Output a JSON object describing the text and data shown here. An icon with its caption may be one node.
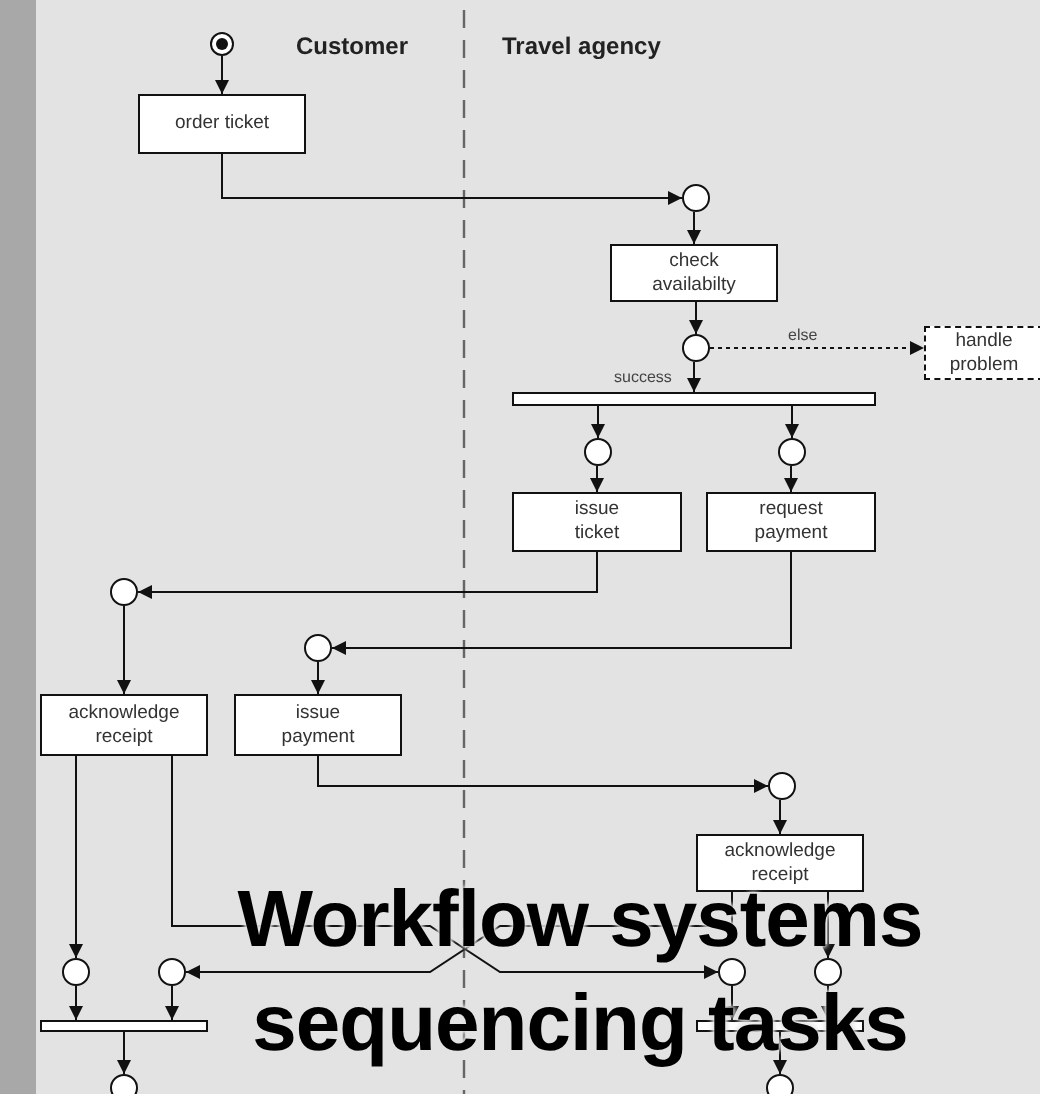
{
  "diagram": {
    "title": "Workflow systems sequencing tasks",
    "nodes": [
      {
        "text": [],
        "shape": "circle"
      },
      {
        "text": [
          "order ticket"
        ]
      },
      {
        "text": [],
        "shape": "circle"
      },
      {
        "text": [
          "check availabilty"
        ]
      },
      {
        "text": [],
        "shape": "circle"
      },
      {
        "text": [
          "handle problem"
        ]
      },
      {
        "text": [],
        "shape": "bar"
      },
      {
        "text": [],
        "shape": "circle"
      },
      {
        "text": [],
        "shape": "circle"
      },
      {
        "text": [
          "issue ticket"
        ]
      },
      {
        "text": [
          "request payment"
        ]
      },
      {
        "text": [],
        "shape": "circle"
      },
      {
        "text": [],
        "shape": "circle"
      },
      {
        "text": [
          "acknowledge receipt"
        ]
      },
      {
        "text": [
          "issue payment"
        ]
      },
      {
        "text": [],
        "shape": "circle"
      },
      {
        "text": [
          "acknowledge receipt"
        ]
      },
      {
        "text": [],
        "shape": "circle"
      },
      {
        "text": [],
        "shape": "circle"
      },
      {
        "text": [],
        "shape": "circle"
      },
      {
        "text": [],
        "shape": "circle"
      },
      {
        "text": [],
        "shape": "bar"
      },
      {
        "text": [],
        "shape": "bar"
      },
      {
        "text": [],
        "shape": "circle"
      },
      {
        "text": [],
        "shape": "circle"
      }
    ],
    "edges": [
      {
        "from": 0,
        "to": 1,
        "arrow": "to"
      },
      {
        "from": 1,
        "to": 2,
        "arrow": "to"
      },
      {
        "from": 2,
        "to": 3,
        "arrow": "to"
      },
      {
        "from": 3,
        "to": 4,
        "arrow": "to"
      },
      {
        "from": 4,
        "to": 5,
        "arrow": "to",
        "label": "else",
        "style": "dashed"
      },
      {
        "from": 4,
        "to": 6,
        "arrow": "to",
        "label": "success"
      },
      {
        "from": 6,
        "to": 7,
        "arrow": "to"
      },
      {
        "from": 6,
        "to": 8,
        "arrow": "to"
      },
      {
        "from": 7,
        "to": 9,
        "arrow": "to"
      },
      {
        "from": 8,
        "to": 10,
        "arrow": "to"
      },
      {
        "from": 9,
        "to": 11,
        "arrow": "to"
      },
      {
        "from": 10,
        "to": 12,
        "arrow": "to"
      },
      {
        "from": 11,
        "to": 13,
        "arrow": "to"
      },
      {
        "from": 12,
        "to": 14,
        "arrow": "to"
      },
      {
        "from": 14,
        "to": 15,
        "arrow": "to"
      },
      {
        "from": 15,
        "to": 16,
        "arrow": "to"
      },
      {
        "from": 13,
        "to": 17,
        "arrow": "to"
      },
      {
        "from": 13,
        "to": 19,
        "arrow": "to"
      },
      {
        "from": 16,
        "to": 18,
        "arrow": "to"
      },
      {
        "from": 16,
        "to": 20,
        "arrow": "to"
      },
      {
        "from": 17,
        "to": 21,
        "arrow": "to"
      },
      {
        "from": 18,
        "to": 21,
        "arrow": "to"
      },
      {
        "from": 19,
        "to": 22,
        "arrow": "to"
      },
      {
        "from": 20,
        "to": 22,
        "arrow": "to"
      },
      {
        "from": 21,
        "to": 23,
        "arrow": "to"
      },
      {
        "from": 22,
        "to": 24,
        "arrow": "to"
      }
    ],
    "labels": [
      "Customer",
      "Travel agency"
    ]
  }
}
